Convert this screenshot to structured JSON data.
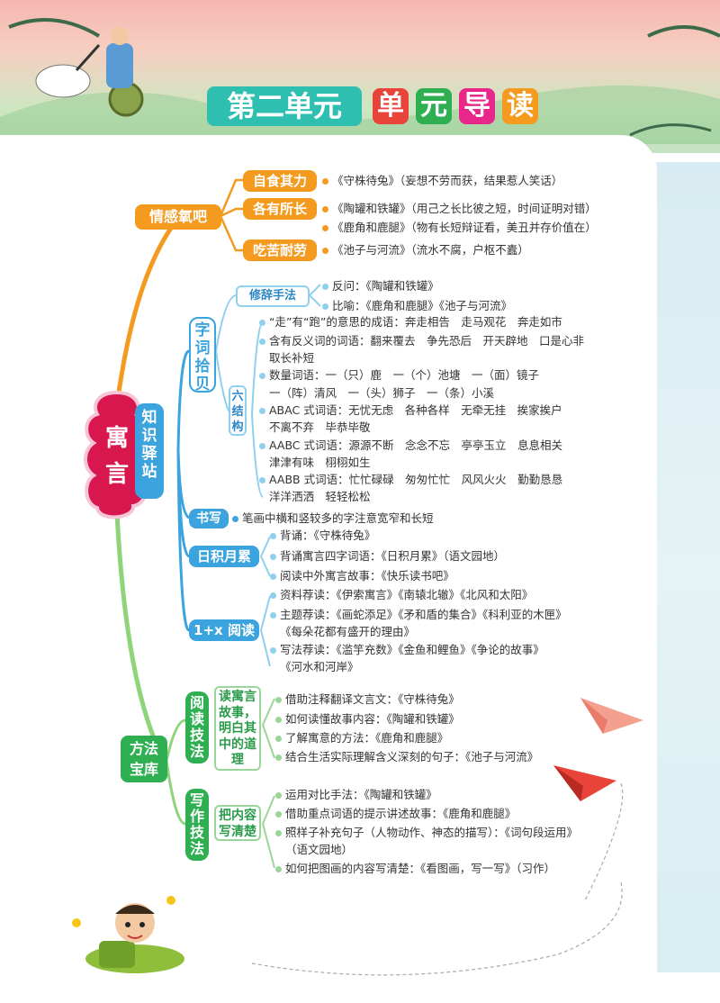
{
  "colors": {
    "orange": "#f39a1f",
    "red": "#e9443a",
    "blue": "#3ba3de",
    "green": "#2fae52",
    "pink": "#e9268a",
    "teal": "#2ebfb1"
  },
  "title": {
    "part1": "第二单元",
    "chars": [
      "单",
      "元",
      "导",
      "读"
    ]
  },
  "root": {
    "chars": [
      "寓",
      "言"
    ]
  },
  "qinggan": {
    "label": "情感氧吧",
    "items": [
      {
        "tag": "自食其力",
        "lines": [
          "《守株待兔》（妄想不劳而获，结果惹人笑话）"
        ]
      },
      {
        "tag": "各有所长",
        "lines": [
          "《陶罐和铁罐》（用己之长比彼之短，时间证明对错）",
          "《鹿角和鹿腿》（物有长短辩证看，美丑并存价值在）"
        ]
      },
      {
        "tag": "吃苦耐劳",
        "lines": [
          "《池子与河流》（流水不腐，户枢不蠹）"
        ]
      }
    ]
  },
  "zhishi": {
    "label": [
      "知",
      "识",
      "驿",
      "站"
    ],
    "ciyu": {
      "label": [
        "字",
        "词",
        "拾",
        "贝"
      ],
      "xiuci": {
        "label": "修辞手法",
        "lines": [
          "反问：《陶罐和铁罐》",
          "比喻：《鹿角和鹿腿》《池子与河流》"
        ]
      },
      "liu": {
        "label": [
          "六",
          "结",
          "构"
        ],
        "lines": [
          "“走”有“跑”的意思的成语：奔走相告　走马观花　奔走如市",
          "含有反义词的词语：翻来覆去　争先恐后　开天辟地　口是心非",
          "取长补短",
          "数量词语：一（只）鹿　一（个）池塘　一（面）镜子",
          "一（阵）清风　一（头）狮子　一（条）小溪",
          "ABAC 式词语：无忧无虑　各种各样　无牵无挂　挨家挨户",
          "不离不弃　毕恭毕敬",
          "AABC 式词语：源源不断　念念不忘　亭亭玉立　息息相关",
          "津津有味　栩栩如生",
          "AABB 式词语：忙忙碌碌　匆匆忙忙　风风火火　勤勤恳恳",
          "洋洋洒洒　轻轻松松"
        ]
      }
    },
    "shuxie": {
      "label": "书写",
      "text": "笔画中横和竖较多的字注意宽窄和长短"
    },
    "rijiyuelei": {
      "label": "日积月累",
      "lines": [
        "背诵：《守株待兔》",
        "背诵寓言四字词语：《日积月累》（语文园地）",
        "阅读中外寓言故事：《快乐读书吧》"
      ]
    },
    "yuedu": {
      "label": "1+x 阅读",
      "lines": [
        "资料荐读：《伊索寓言》《南辕北辙》《北风和太阳》",
        "主题荐读：《画蛇添足》《矛和盾的集合》《科利亚的木匣》",
        "《每朵花都有盛开的理由》",
        "写法荐读：《滥竽充数》《金鱼和鲤鱼》《争论的故事》",
        "《河水和河岸》"
      ]
    }
  },
  "fangfa": {
    "label": [
      "方法",
      "宝库"
    ],
    "yuedu": {
      "label": [
        "阅",
        "读",
        "技",
        "法"
      ],
      "sub": [
        "读寓言",
        "故事，",
        "明白其",
        "中的道",
        "理"
      ],
      "lines": [
        "借助注释翻译文言文：《守株待兔》",
        "如何读懂故事内容：《陶罐和铁罐》",
        "了解寓意的方法：《鹿角和鹿腿》",
        "结合生活实际理解含义深刻的句子：《池子与河流》"
      ]
    },
    "xiezuo": {
      "label": [
        "写",
        "作",
        "技",
        "法"
      ],
      "sub": [
        "把内容",
        "写清楚"
      ],
      "lines": [
        "运用对比手法：《陶罐和铁罐》",
        "借助重点词语的提示讲述故事：《鹿角和鹿腿》",
        "照样子补充句子（人物动作、神态的描写）：《词句段运用》",
        "（语文园地）",
        "如何把图画的内容写清楚：《看图画，写一写》（习作）"
      ]
    }
  }
}
